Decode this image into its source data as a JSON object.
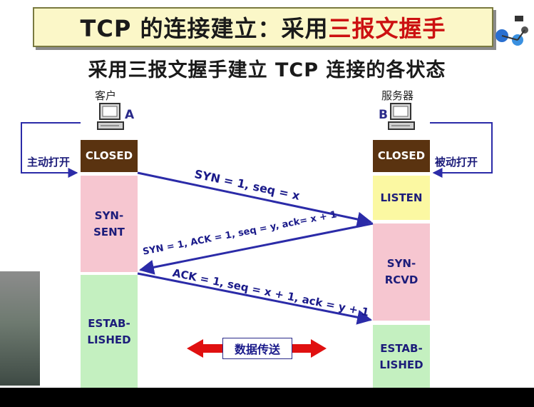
{
  "title": {
    "prefix": "TCP 的连接建立：采用",
    "highlight": "三报文握手"
  },
  "subtitle": "采用三报文握手建立 TCP 连接的各状态",
  "client": {
    "label": "客户",
    "letter": "A",
    "active_open": "主动打开"
  },
  "server": {
    "label": "服务器",
    "letter": "B",
    "passive_open": "被动打开"
  },
  "client_states": [
    "CLOSED",
    "SYN-\nSENT",
    "ESTAB-\nLISHED"
  ],
  "server_states": [
    "CLOSED",
    "LISTEN",
    "SYN-\nRCVD",
    "ESTAB-\nLISHED"
  ],
  "messages": [
    "SYN = 1, seq = x",
    "SYN = 1, ACK = 1, seq = y, ack= x + 1",
    "ACK = 1, seq = x + 1, ack = y + 1"
  ],
  "data_transfer": "数据传送",
  "colors": {
    "arrow": "#2b2ba8",
    "closed": "#5a3310",
    "syn": "#f6c6d0",
    "established": "#c4f0c0",
    "listen": "#fbf8a2",
    "data_arrow": "#e01010"
  }
}
